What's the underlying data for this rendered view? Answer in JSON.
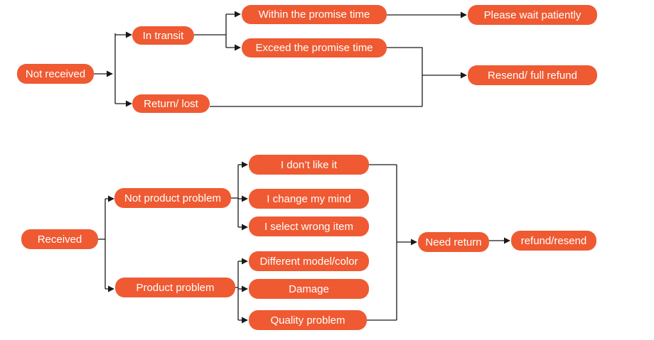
{
  "colors": {
    "node_fill": "#ef5a32",
    "node_text": "#ffffff",
    "connector": "#1a1a1a"
  },
  "nodes": {
    "not_received": "Not received",
    "in_transit": "In transit",
    "return_lost": "Return/ lost",
    "within_promise": "Within the promise time",
    "exceed_promise": "Exceed the promise time",
    "please_wait": "Please wait patiently",
    "resend_full_refund": "Resend/ full refund",
    "received": "Received",
    "not_product_problem": "Not product problem",
    "product_problem": "Product problem",
    "dont_like": "I don’t like it",
    "change_mind": "I change my mind",
    "wrong_item": "I select wrong item",
    "different_model": "Different model/color",
    "damage": "Damage",
    "quality_problem": "Quality problem",
    "need_return": "Need return",
    "refund_resend": "refund/resend"
  }
}
